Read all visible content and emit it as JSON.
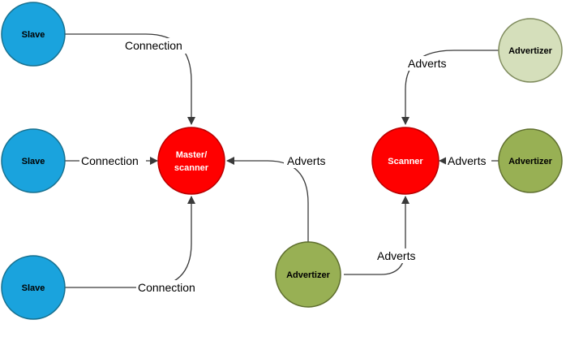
{
  "colors": {
    "slave_fill": "#1aa3dd",
    "slave_stroke": "#17708f",
    "master_fill": "#ff0000",
    "master_stroke": "#b80000",
    "advertizer_fill": "#98b054",
    "advertizer_stroke": "#5e6e2e",
    "advertizer_light_fill": "#d5dfbb",
    "advertizer_light_stroke": "#7e8a5c",
    "line": "#3a3a3a"
  },
  "nodes": {
    "slave_top": "Slave",
    "slave_mid": "Slave",
    "slave_bottom": "Slave",
    "master_line1": "Master/",
    "master_line2": "scanner",
    "advertizer_bottom": "Advertizer",
    "scanner": "Scanner",
    "advertizer_top_right": "Advertizer",
    "advertizer_mid_right": "Advertizer"
  },
  "edge_labels": {
    "conn_top": "Connection",
    "conn_mid": "Connection",
    "conn_bottom": "Connection",
    "adv_to_master": "Adverts",
    "adv_to_scanner": "Adverts",
    "adv_top_right": "Adverts",
    "adv_mid_right": "Adverts"
  }
}
